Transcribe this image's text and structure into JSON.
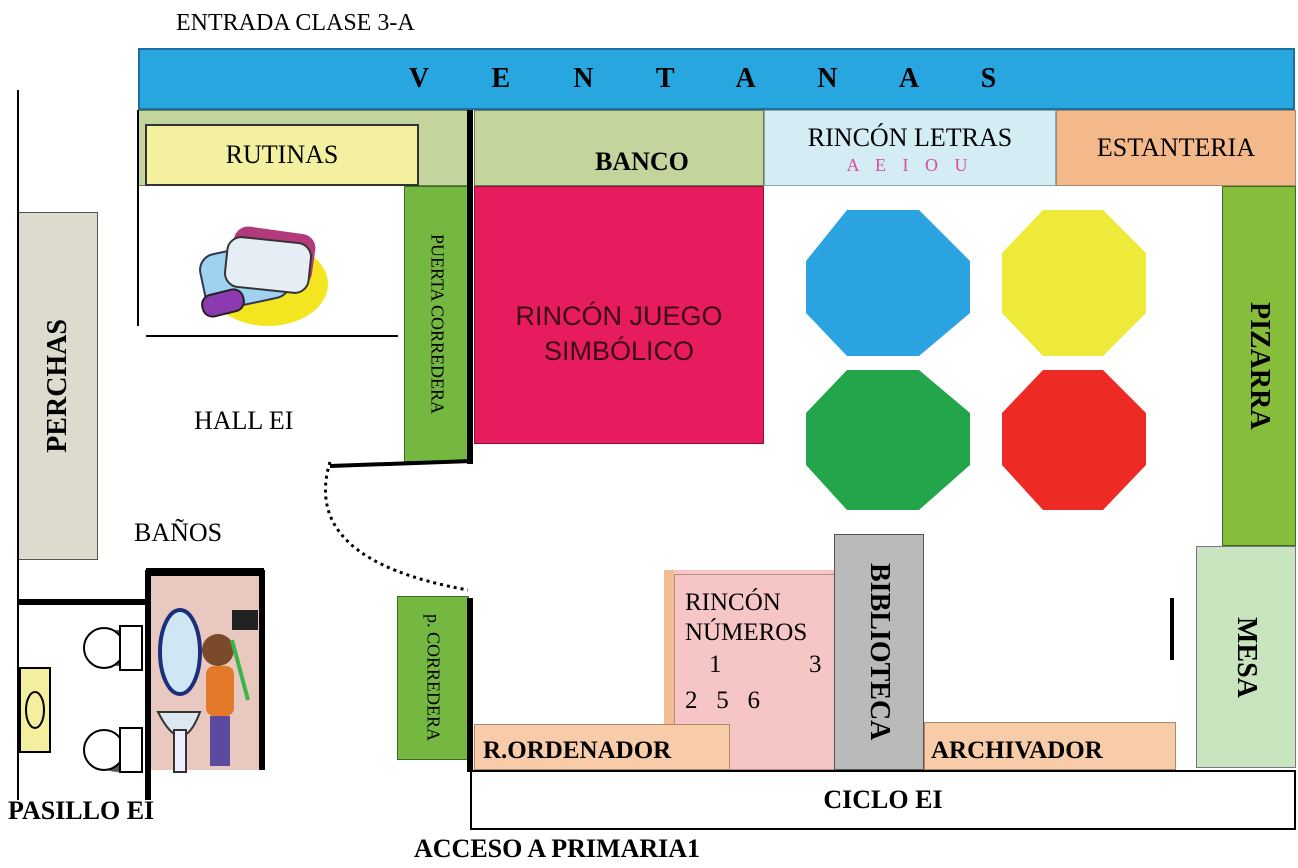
{
  "title_entrance": "ENTRADA CLASE 3-A",
  "ventanas": "V E N T A N A S",
  "rutinas": "RUTINAS",
  "banco": "BANCO",
  "rincon_letras": {
    "title": "RINCÓN LETRAS",
    "vowels": "A E I O U"
  },
  "estanteria": "ESTANTERIA",
  "puerta_corredera": "PUERTA CORREDERA",
  "rincon_juego": {
    "line1": "RINCÓN JUEGO",
    "line2": "SIMBÓLICO"
  },
  "perchas": "PERCHAS",
  "hall": "HALL EI",
  "pizarra": "PIZARRA",
  "banos": "BAÑOS",
  "p_corredera": "p. CORREDERA",
  "rincon_numeros": {
    "line1": "RINCÓN",
    "line2": "NÚMEROS",
    "n1": "1",
    "n3": "3",
    "nrow": "2   5   6"
  },
  "biblioteca": "BIBLIOTECA",
  "mesa": "MESA",
  "r_ordenador": "R.ORDENADOR",
  "archivador": "ARCHIVADOR",
  "ciclo": "CICLO EI",
  "pasillo": "PASILLO EI",
  "acceso": "ACCESO A PRIMARIA1",
  "colors": {
    "ventanas": "#27a6df",
    "rutinas": "#f3f09f",
    "banco": "#c3d59c",
    "letras": "#d4ecf3",
    "estanteria": "#f4b98b",
    "green": "#74b841",
    "juego": "#e71c5e",
    "perchas": "#dddbcd",
    "pizarra": "#86bd3b",
    "mesa": "#c8e5c0",
    "biblioteca": "#bababa",
    "numeros": "#f6c6c6",
    "orange_light": "#f8cca8",
    "vowels": "#d94aa0",
    "table_blue": "#2ba3e0",
    "table_yellow": "#eeea3a",
    "table_green": "#23a54c",
    "table_red": "#ee2a24"
  }
}
